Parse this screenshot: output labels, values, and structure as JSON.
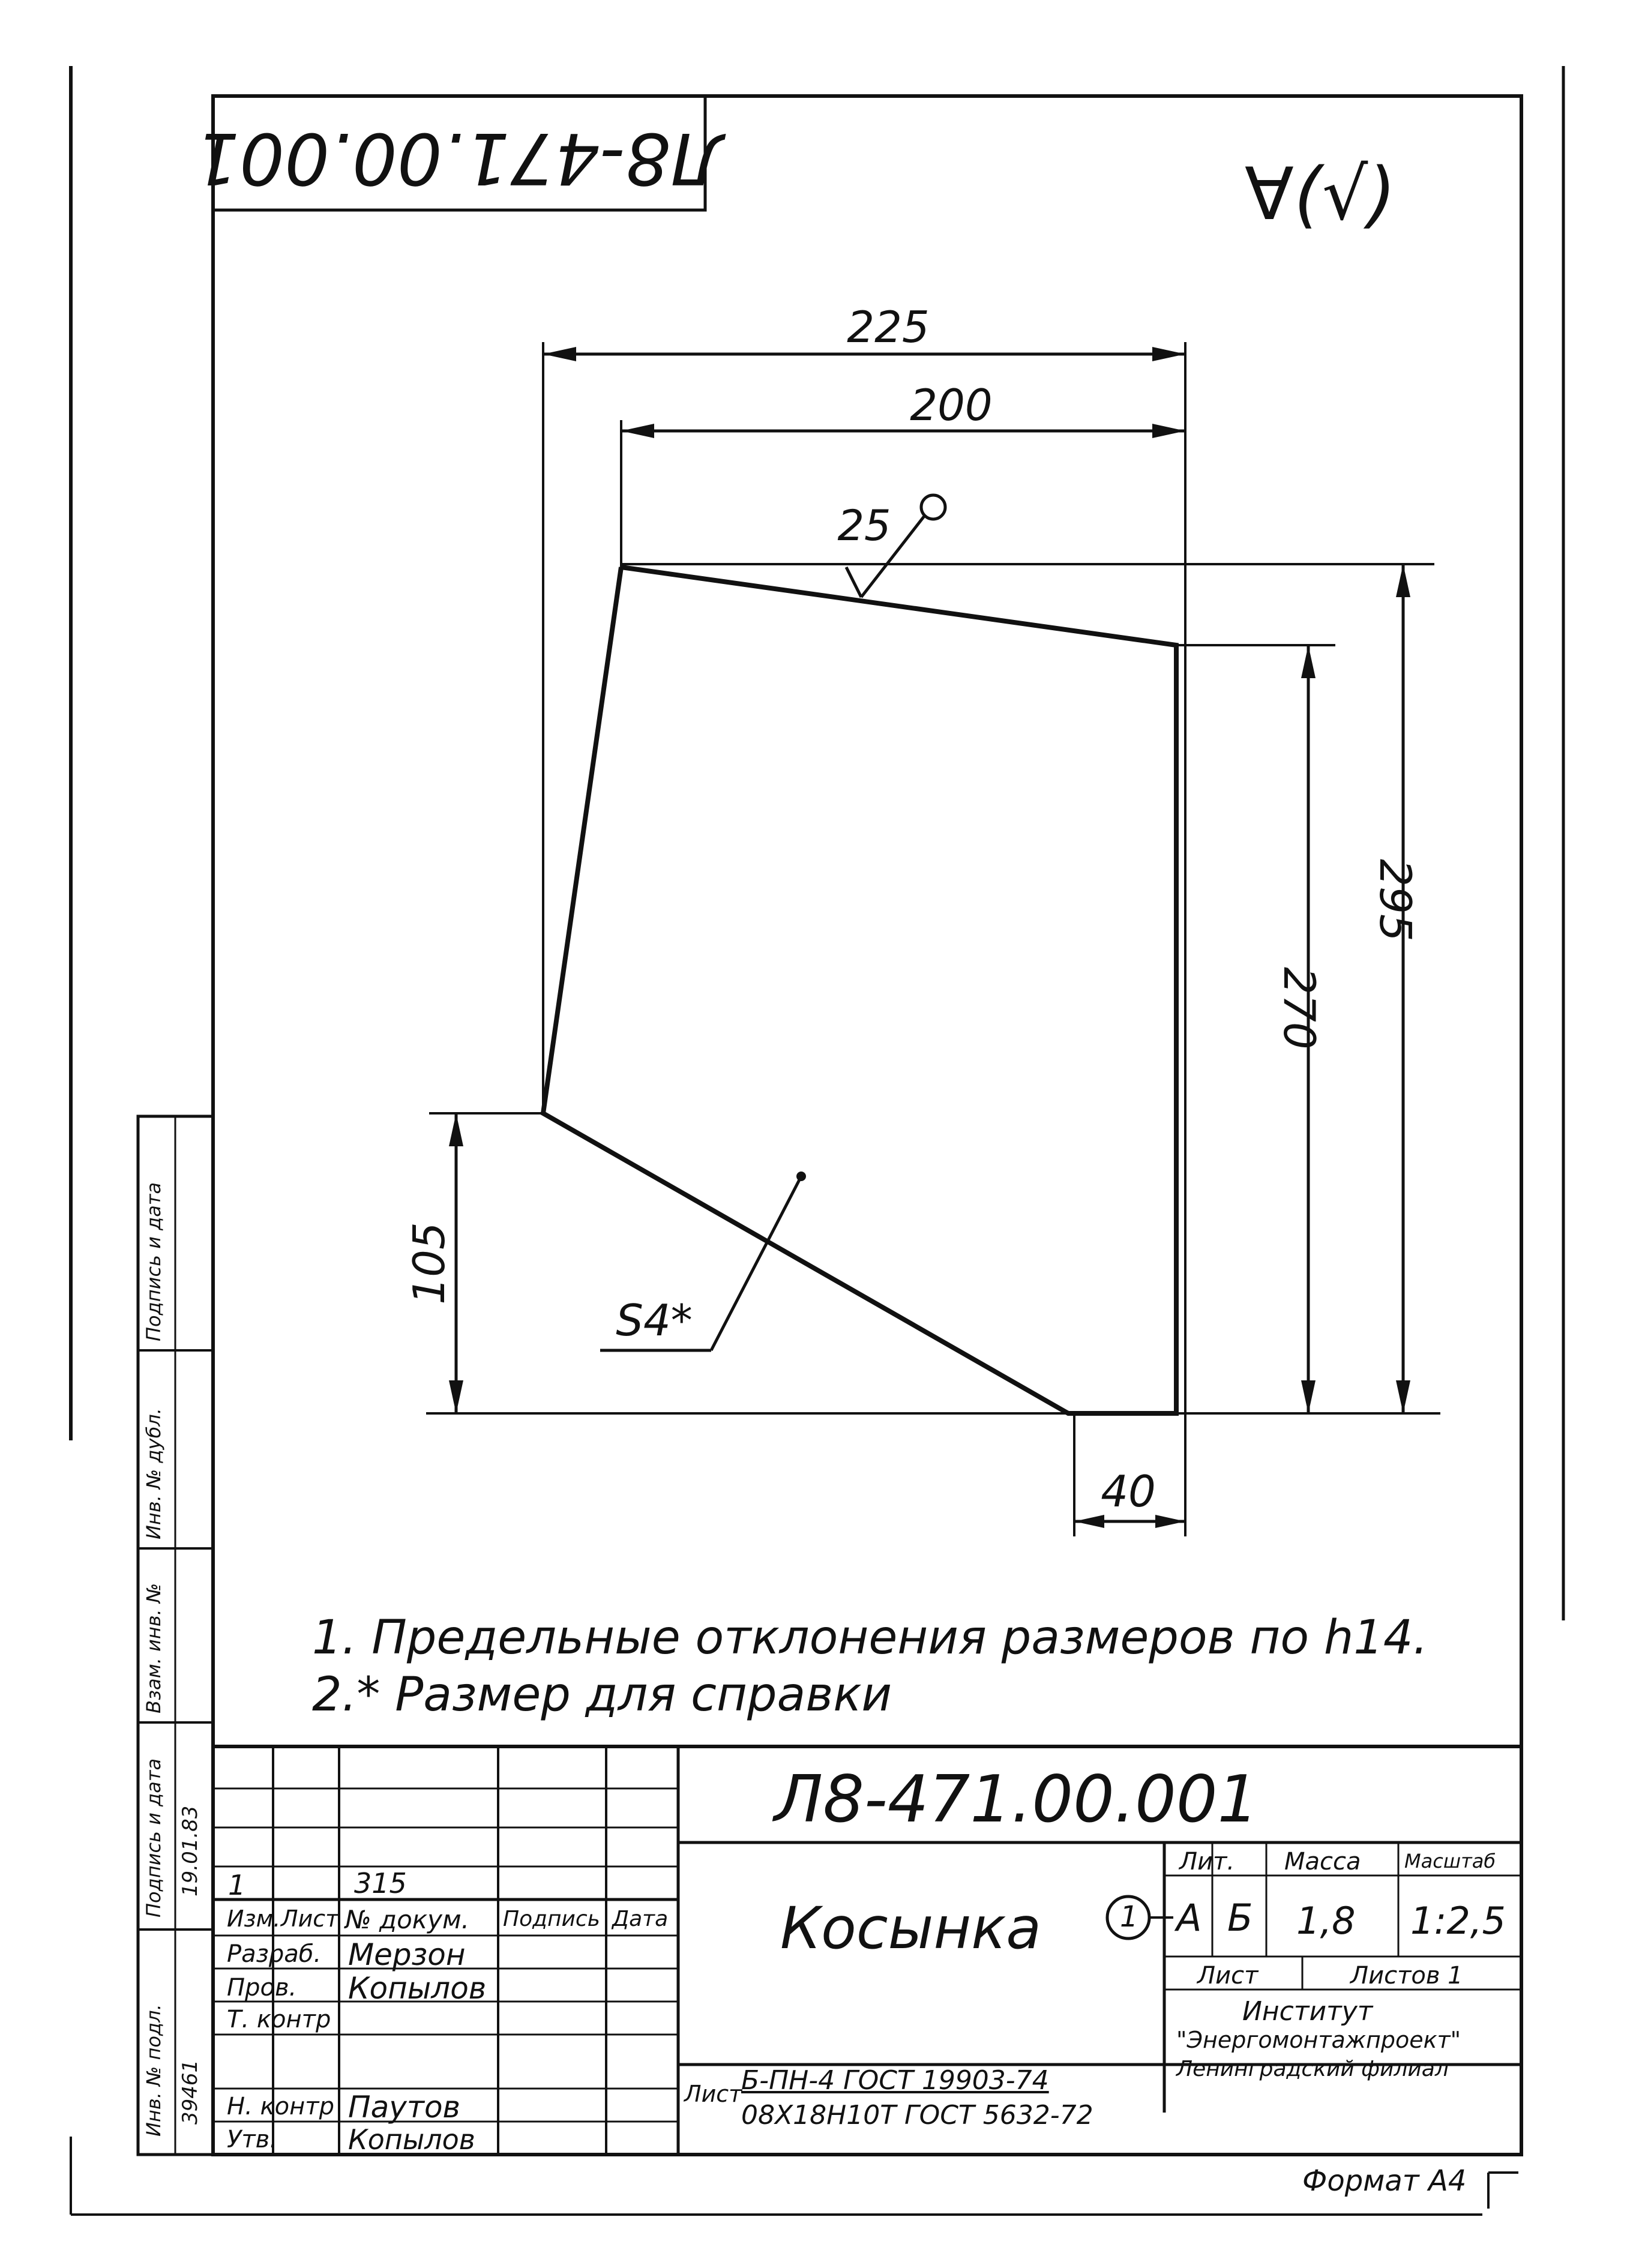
{
  "drawing": {
    "number_top_rotated": "Л8-471.00.001",
    "roughness_symbol": "∀(√)",
    "dimensions": {
      "d225": "225",
      "d200": "200",
      "d25_weld": "25",
      "d295": "295",
      "d270": "270",
      "d105": "105",
      "d40": "40",
      "thickness": "S4*"
    },
    "notes": [
      "1. Предельные отклонения размеров по h14.",
      "2.* Размер для справки"
    ]
  },
  "title_block": {
    "doc_number": "Л8-471.00.001",
    "part_name": "Косынка",
    "position_marker": "1",
    "change_row": {
      "izm": "1",
      "doc": "315"
    },
    "headers": {
      "izm": "Изм.",
      "list": "Лист",
      "doc": "№ докум.",
      "sign": "Подпись",
      "date": "Дата"
    },
    "roles": {
      "razrab": "Разраб.",
      "prov": "Пров.",
      "tkontr": "Т. контр",
      "nkontr": "Н. контр",
      "utv": "Утв."
    },
    "names": {
      "razrab": "Мерзон",
      "prov": "Копылов",
      "nkontr": "Паутов",
      "utv": "Копылов"
    },
    "lit_label": "Лит.",
    "mass_label": "Масса",
    "scale_label": "Масштаб",
    "lit_values": [
      "А",
      "Б"
    ],
    "mass": "1,8",
    "scale": "1:2,5",
    "sheet_label": "Лист",
    "sheets_label": "Листов 1",
    "material_prefix": "Лист",
    "material_line1": "Б-ПН-4 ГОСТ 19903-74",
    "material_line2": "08Х18Н10Т ГОСТ 5632-72",
    "org_line1": "Институт",
    "org_line2": "\"Энергомонтажпроект\"",
    "org_line3": "Ленинградский филиал",
    "format": "Формат А4"
  },
  "side_stamp": {
    "cells": [
      "Инв. № подл.",
      "Подпись и дата",
      "Взам. инв. №",
      "Инв. № дубл.",
      "Подпись и дата"
    ],
    "inv_value": "39461",
    "date_value": "19.01.83"
  }
}
